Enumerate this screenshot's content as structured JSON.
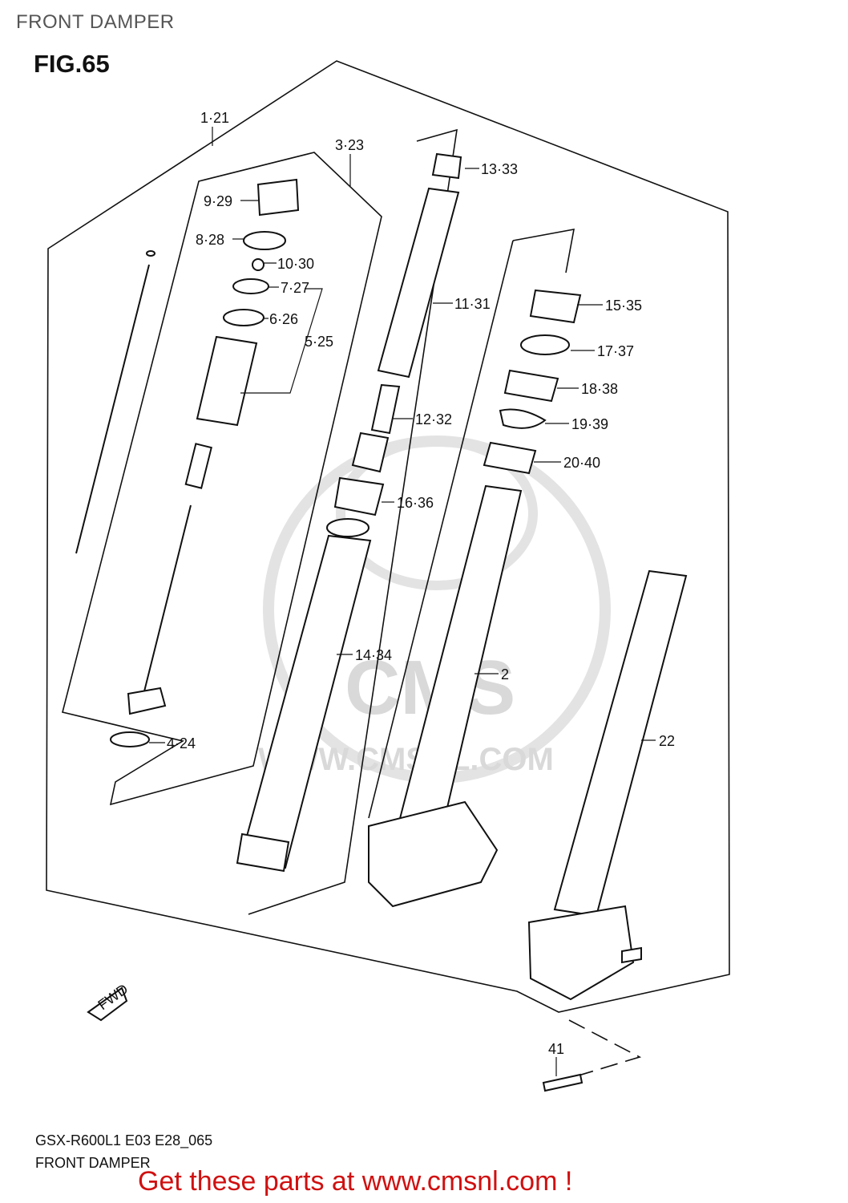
{
  "header": {
    "title": "FRONT DAMPER"
  },
  "figure": {
    "label": "FIG.65"
  },
  "watermark": {
    "text": "WWW.CMSNL.COM",
    "logo": "CMS"
  },
  "fwd_arrow": {
    "text": "FWD"
  },
  "callouts": [
    {
      "id": "p1",
      "text": "1·21"
    },
    {
      "id": "p3",
      "text": "3·23"
    },
    {
      "id": "p13",
      "text": "13·33"
    },
    {
      "id": "p9",
      "text": "9·29"
    },
    {
      "id": "p8",
      "text": "8·28"
    },
    {
      "id": "p10",
      "text": "10·30"
    },
    {
      "id": "p7",
      "text": "7·27"
    },
    {
      "id": "p6",
      "text": "6·26"
    },
    {
      "id": "p5",
      "text": "5·25"
    },
    {
      "id": "p11",
      "text": "11·31"
    },
    {
      "id": "p15",
      "text": "15·35"
    },
    {
      "id": "p17",
      "text": "17·37"
    },
    {
      "id": "p18",
      "text": "18·38"
    },
    {
      "id": "p12",
      "text": "12·32"
    },
    {
      "id": "p19",
      "text": "19·39"
    },
    {
      "id": "p20",
      "text": "20·40"
    },
    {
      "id": "p16",
      "text": "16·36"
    },
    {
      "id": "p14",
      "text": "14·34"
    },
    {
      "id": "p2",
      "text": "2"
    },
    {
      "id": "p22",
      "text": "22"
    },
    {
      "id": "p4",
      "text": "4·24"
    },
    {
      "id": "p41",
      "text": "41"
    }
  ],
  "footer": {
    "model_code": "GSX-R600L1 E03 E28_065",
    "title": "FRONT DAMPER",
    "promo": "Get these parts at www.cmsnl.com !"
  },
  "colors": {
    "promo": "#d01010",
    "watermark": "#d9d9d9",
    "line": "#111111"
  }
}
